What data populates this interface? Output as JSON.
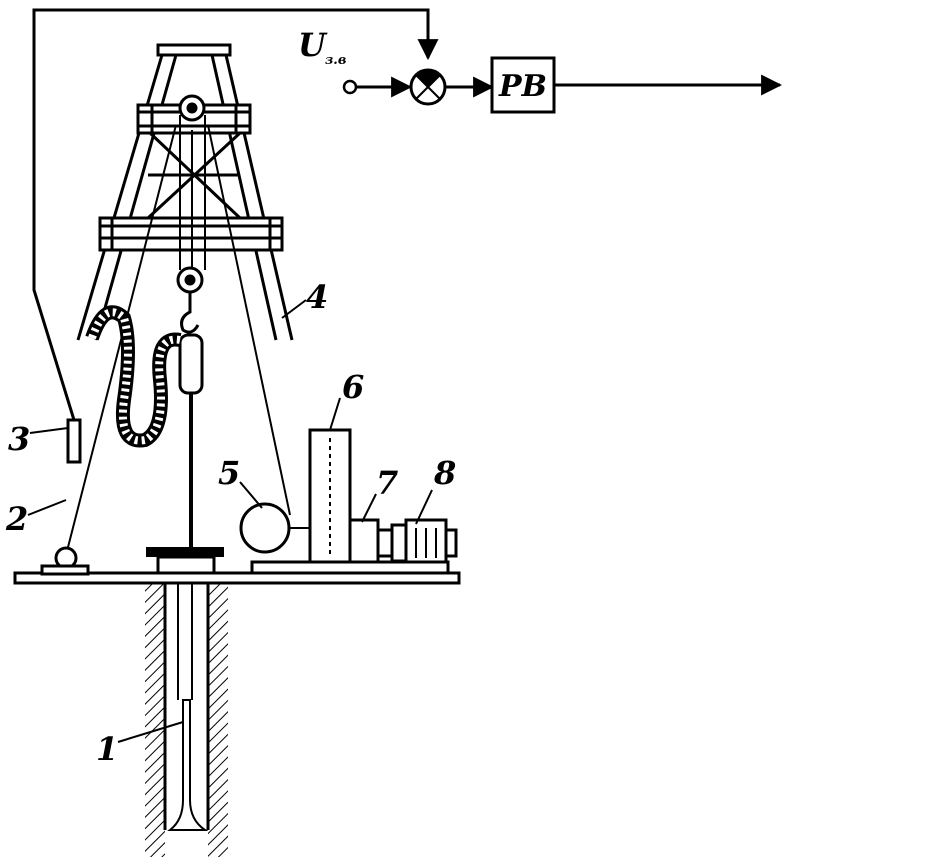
{
  "diagram": {
    "signal": {
      "symbol": "U",
      "subscript": "з.в"
    },
    "block_label": "РВ",
    "callouts": [
      "1",
      "2",
      "3",
      "4",
      "5",
      "6",
      "7",
      "8"
    ],
    "colors": {
      "ink": "#000000",
      "paper": "#ffffff"
    }
  }
}
